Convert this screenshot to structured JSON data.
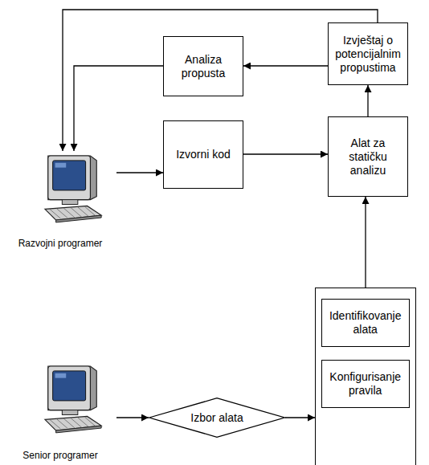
{
  "diagram": {
    "nodes": [
      {
        "text": [
          "Analiza propusta"
        ]
      },
      {
        "text": [
          "Izvještaj o potencijalnim propustima"
        ]
      },
      {
        "text": [
          "Razvojni programer"
        ]
      },
      {
        "text": [
          "Izvorni kod"
        ]
      },
      {
        "text": [
          "Alat za statičku analizu"
        ]
      },
      {
        "text": [
          "Senior programer"
        ]
      },
      {
        "text": [
          "Izbor alata"
        ]
      },
      {
        "text": []
      },
      {
        "text": [
          "Identifikovanje alata"
        ],
        "in": 7
      },
      {
        "text": [
          "Konfigurisanje pravila"
        ],
        "in": 7
      }
    ],
    "edges": [
      {
        "from": 2,
        "to": 3,
        "arrow": "to"
      },
      {
        "from": 3,
        "to": 4,
        "arrow": "to"
      },
      {
        "from": 4,
        "to": 1,
        "arrow": "to"
      },
      {
        "from": 1,
        "to": 0,
        "arrow": "to"
      },
      {
        "from": 0,
        "to": 2,
        "arrow": "to"
      },
      {
        "from": 1,
        "to": 2,
        "arrow": "to"
      },
      {
        "from": 5,
        "to": 6,
        "arrow": "to"
      },
      {
        "from": 6,
        "to": 7,
        "arrow": "to"
      },
      {
        "from": 7,
        "to": 4,
        "arrow": "to"
      }
    ]
  }
}
